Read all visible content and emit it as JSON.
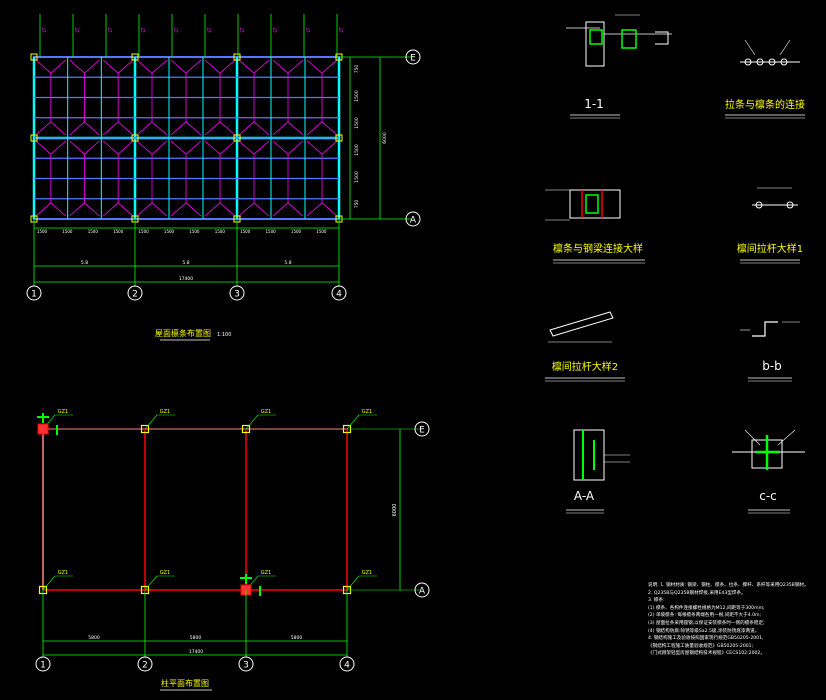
{
  "drawing": {
    "axes_x": [
      "1",
      "2",
      "3",
      "4"
    ],
    "axes_y": [
      "E",
      "A"
    ],
    "plan_top_title": "屋面檩条布置图",
    "plan_top_scale": "1:100",
    "plan_bottom_title": "柱平面布置图",
    "top_bay_dims": [
      "5.8",
      "5.8",
      "5.8"
    ],
    "top_total_dim": "17400",
    "top_purlin_dims": [
      "1500",
      "1500",
      "1500",
      "1500",
      "1500",
      "1500",
      "1500",
      "1500",
      "1500",
      "1500",
      "1500",
      "1500"
    ],
    "top_side_dims": [
      "750",
      "1500",
      "1500",
      "1500",
      "1500",
      "750"
    ],
    "top_side_total": "6000",
    "bottom_bay_dims": [
      "5800",
      "5800",
      "5800"
    ],
    "bottom_total_dim": "17400",
    "bottom_side_dim": "6000",
    "column_label": "GZ1",
    "details": {
      "d1": "1-1",
      "d2": "拉条与檩条的连接",
      "d3": "檩条与钢梁连接大样",
      "d4": "檩间拉杆大样1",
      "d5": "檩间拉杆大样2",
      "d6": "b-b",
      "d7": "A-A",
      "d8": "c-c"
    },
    "notes": [
      "说明: 1. 钢材材质: 钢梁、钢柱、檩条、拉条、撑杆、系杆等采用Q235B钢材。",
      "2. Q235B与Q235B钢材焊接,采用E43型焊条。",
      "3. 檩条:",
      "(1) 檩条、各构件连接螺栓规格为M12,间距等于300mm;",
      "(2) 单坡檩条: 每根檩条两端各用一根,间距不大于4.0m;",
      "(3) 屋面拉条采用圆钢,以保证安装檩条时一侧的檩条稳定;",
      "(4) 钢结构防腐:除锈等级Sa2.5级,涂装防锈底漆两道。",
      "4. 钢结构施工及验收按照国家现行规范GB50205-2001,",
      "《钢结构工程施工质量验收规范》GB50205-2001;",
      "《门式刚架轻型房屋钢结构技术规程》CECS102:2002。"
    ]
  }
}
